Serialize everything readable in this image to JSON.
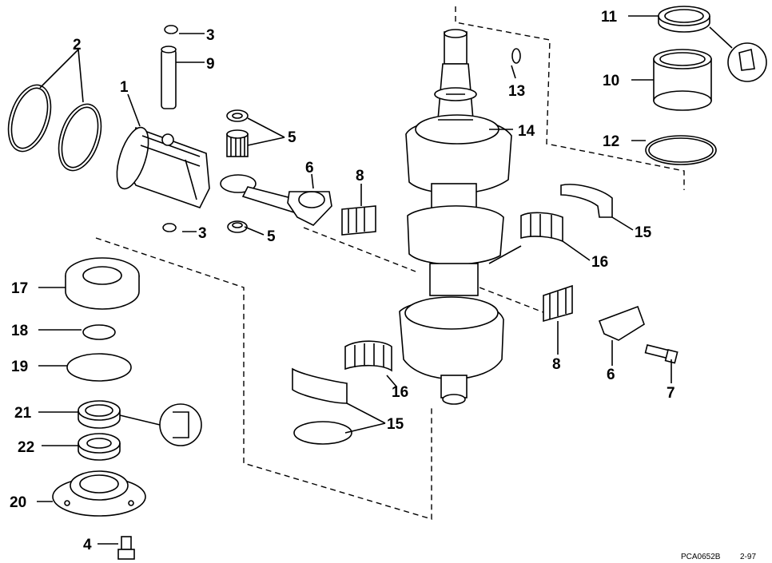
{
  "parts": {
    "p1": "1",
    "p2": "2",
    "p3a": "3",
    "p3b": "3",
    "p4": "4",
    "p5a": "5",
    "p5b": "5",
    "p6a": "6",
    "p6b": "6",
    "p7": "7",
    "p8a": "8",
    "p8b": "8",
    "p9": "9",
    "p10": "10",
    "p11": "11",
    "p12": "12",
    "p13": "13",
    "p14": "14",
    "p15a": "15",
    "p15b": "15",
    "p16a": "16",
    "p16b": "16",
    "p17": "17",
    "p18": "18",
    "p19": "19",
    "p20": "20",
    "p21": "21",
    "p22": "22"
  },
  "footer": {
    "code": "PCA0652B",
    "date": "2-97"
  }
}
